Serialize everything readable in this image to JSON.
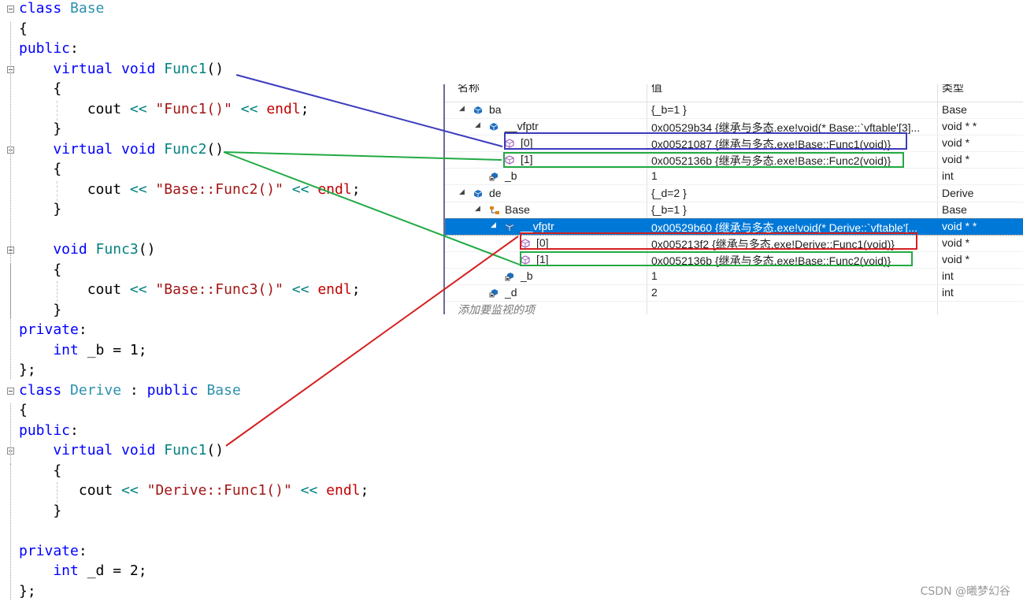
{
  "code": {
    "lines": [
      [
        {
          "t": "class ",
          "c": "kw"
        },
        {
          "t": "Base",
          "c": "type"
        }
      ],
      [
        {
          "t": "{",
          "c": "blk"
        }
      ],
      [
        {
          "t": "public",
          "c": "kw"
        },
        {
          "t": ":",
          "c": "blk"
        }
      ],
      [
        {
          "t": "    virtual void ",
          "c": "kw"
        },
        {
          "t": "Func1",
          "c": "fn"
        },
        {
          "t": "()",
          "c": "blk"
        }
      ],
      [
        {
          "t": "    {",
          "c": "blk"
        }
      ],
      [
        {
          "t": "        cout ",
          "c": "blk"
        },
        {
          "t": "<< ",
          "c": "op"
        },
        {
          "t": "\"Func1()\"",
          "c": "str"
        },
        {
          "t": " << ",
          "c": "op"
        },
        {
          "t": "endl",
          "c": "red"
        },
        {
          "t": ";",
          "c": "blk"
        }
      ],
      [
        {
          "t": "    }",
          "c": "blk"
        }
      ],
      [
        {
          "t": "    virtual void ",
          "c": "kw"
        },
        {
          "t": "Func2",
          "c": "fn"
        },
        {
          "t": "()",
          "c": "blk"
        }
      ],
      [
        {
          "t": "    {",
          "c": "blk"
        }
      ],
      [
        {
          "t": "        cout ",
          "c": "blk"
        },
        {
          "t": "<< ",
          "c": "op"
        },
        {
          "t": "\"Base::Func2()\"",
          "c": "str"
        },
        {
          "t": " << ",
          "c": "op"
        },
        {
          "t": "endl",
          "c": "red"
        },
        {
          "t": ";",
          "c": "blk"
        }
      ],
      [
        {
          "t": "    }",
          "c": "blk"
        }
      ],
      [],
      [
        {
          "t": "    void ",
          "c": "kw"
        },
        {
          "t": "Func3",
          "c": "fn"
        },
        {
          "t": "()",
          "c": "blk"
        }
      ],
      [
        {
          "t": "    {",
          "c": "blk"
        }
      ],
      [
        {
          "t": "        cout ",
          "c": "blk"
        },
        {
          "t": "<< ",
          "c": "op"
        },
        {
          "t": "\"Base::Func3()\"",
          "c": "str"
        },
        {
          "t": " << ",
          "c": "op"
        },
        {
          "t": "endl",
          "c": "red"
        },
        {
          "t": ";",
          "c": "blk"
        }
      ],
      [
        {
          "t": "    }",
          "c": "blk"
        }
      ],
      [
        {
          "t": "private",
          "c": "kw"
        },
        {
          "t": ":",
          "c": "blk"
        }
      ],
      [
        {
          "t": "    int ",
          "c": "kw"
        },
        {
          "t": "_b = 1;",
          "c": "blk"
        }
      ],
      [
        {
          "t": "};",
          "c": "blk"
        }
      ],
      [
        {
          "t": "class ",
          "c": "kw"
        },
        {
          "t": "Derive",
          "c": "type"
        },
        {
          "t": " : ",
          "c": "blk"
        },
        {
          "t": "public ",
          "c": "kw"
        },
        {
          "t": "Base",
          "c": "type"
        }
      ],
      [
        {
          "t": "{",
          "c": "blk"
        }
      ],
      [
        {
          "t": "public",
          "c": "kw"
        },
        {
          "t": ":",
          "c": "blk"
        }
      ],
      [
        {
          "t": "    virtual void ",
          "c": "kw"
        },
        {
          "t": "Func1",
          "c": "fn"
        },
        {
          "t": "()",
          "c": "blk"
        }
      ],
      [
        {
          "t": "    {",
          "c": "blk"
        }
      ],
      [
        {
          "t": "       cout ",
          "c": "blk"
        },
        {
          "t": "<< ",
          "c": "op"
        },
        {
          "t": "\"Derive::Func1()\"",
          "c": "str"
        },
        {
          "t": " << ",
          "c": "op"
        },
        {
          "t": "endl",
          "c": "red"
        },
        {
          "t": ";",
          "c": "blk"
        }
      ],
      [
        {
          "t": "    }",
          "c": "blk"
        }
      ],
      [],
      [
        {
          "t": "private",
          "c": "kw"
        },
        {
          "t": ":",
          "c": "blk"
        }
      ],
      [
        {
          "t": "    int ",
          "c": "kw"
        },
        {
          "t": "_d = 2;",
          "c": "blk"
        }
      ],
      [
        {
          "t": "};",
          "c": "blk"
        }
      ]
    ]
  },
  "watch": {
    "headers": {
      "name": "名称",
      "value": "值",
      "type": "类型"
    },
    "rows": [
      {
        "name": "ba",
        "value": "{_b=1 }",
        "type": "Base"
      },
      {
        "name": "__vfptr",
        "value": "0x00529b34 {继承与多态.exe!void(* Base::`vftable'[3]...",
        "type": "void * *"
      },
      {
        "name": "[0]",
        "value": "0x00521087 {继承与多态.exe!Base::Func1(void)}",
        "type": "void *"
      },
      {
        "name": "[1]",
        "value": "0x0052136b {继承与多态.exe!Base::Func2(void)}",
        "type": "void *"
      },
      {
        "name": "_b",
        "value": "1",
        "type": "int"
      },
      {
        "name": "de",
        "value": "{_d=2 }",
        "type": "Derive"
      },
      {
        "name": "Base",
        "value": "{_b=1 }",
        "type": "Base"
      },
      {
        "name": "__vfptr",
        "value": "0x00529b60 {继承与多态.exe!void(* Derive::`vftable'[...",
        "type": "void * *"
      },
      {
        "name": "[0]",
        "value": "0x005213f2 {继承与多态.exe!Derive::Func1(void)}",
        "type": "void *"
      },
      {
        "name": "[1]",
        "value": "0x0052136b {继承与多态.exe!Base::Func2(void)}",
        "type": "void *"
      },
      {
        "name": "_b",
        "value": "1",
        "type": "int"
      },
      {
        "name": "_d",
        "value": "2",
        "type": "int"
      }
    ],
    "add_watch_placeholder": "添加要监视的项"
  },
  "colors": {
    "blue_box": "#3b3bbf",
    "green_box": "#22aa44",
    "red_box": "#d42020",
    "selection": "#0078d7"
  },
  "icons": {
    "object": "cube-icon",
    "field": "field-lock-icon",
    "base_class": "base-class-icon",
    "pointer_element": "pointer-cube-icon",
    "expanded": "triangle-expanded-icon"
  },
  "watermark": "CSDN @曦梦幻谷"
}
